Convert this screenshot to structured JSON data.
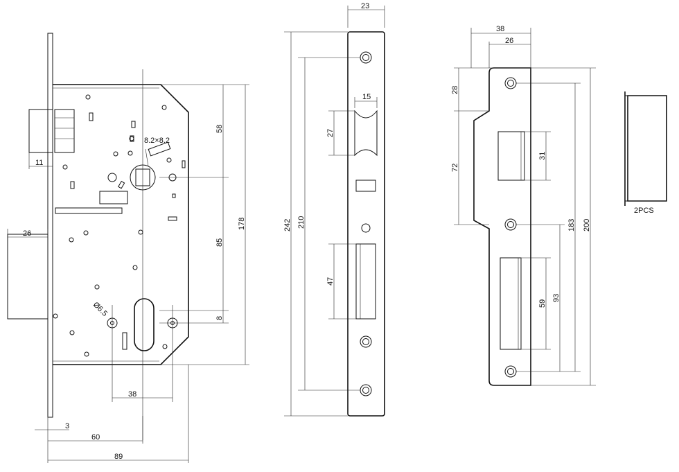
{
  "lock_body": {
    "dims": {
      "square_spindle": "8.2×8.2",
      "faceplate_thickness": "3",
      "latch_projection": "11",
      "bolt_throw": "26",
      "spindle_top": "58",
      "spindle_to_cylinder": "85",
      "cylinder_offset": "8",
      "body_height": "178",
      "screw_hole": "Ø6.5",
      "screw_spacing": "38",
      "backset": "60",
      "body_depth": "89"
    }
  },
  "faceplate": {
    "dims": {
      "width": "23",
      "latch_width": "15",
      "latch_height": "27",
      "bolt_height": "47",
      "screw_spacing": "210",
      "length": "242"
    }
  },
  "strike": {
    "dims": {
      "width_outer": "38",
      "width_inner": "26",
      "top_to_lip": "28",
      "lip_length": "72",
      "latch_opening": "31",
      "bolt_opening": "59",
      "lower_span": "93",
      "screw_span": "183",
      "length": "200"
    }
  },
  "box_keeper": {
    "quantity_label": "2PCS"
  }
}
